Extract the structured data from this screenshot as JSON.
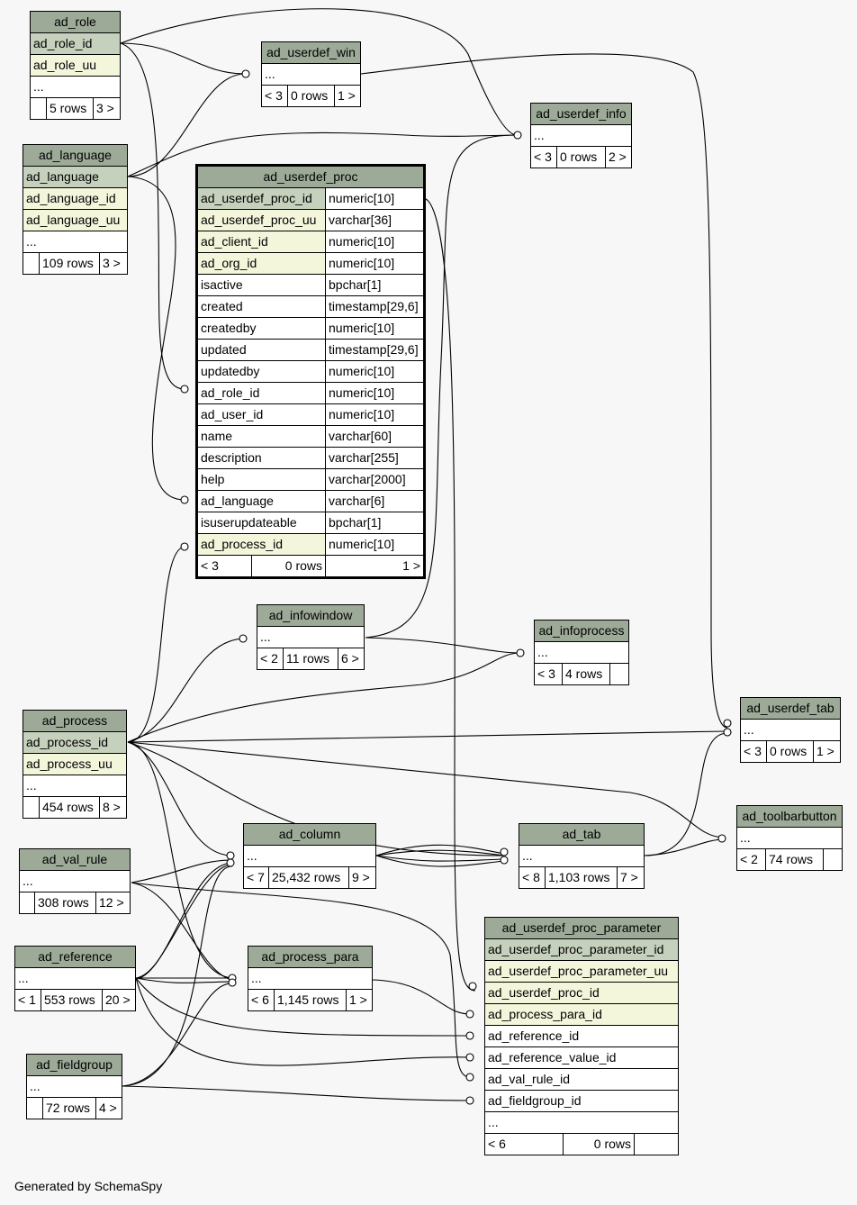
{
  "tables": {
    "ad_role": {
      "name": "ad_role",
      "columns": [
        "ad_role_id",
        "ad_role_uu",
        "..."
      ],
      "footer": [
        "",
        "5 rows",
        "3 >"
      ]
    },
    "ad_userdef_win": {
      "name": "ad_userdef_win",
      "columns": [
        "..."
      ],
      "footer": [
        "< 3",
        "0 rows",
        "1 >"
      ]
    },
    "ad_userdef_info": {
      "name": "ad_userdef_info",
      "columns": [
        "..."
      ],
      "footer": [
        "< 3",
        "0 rows",
        "2 >"
      ]
    },
    "ad_language": {
      "name": "ad_language",
      "columns": [
        "ad_language",
        "ad_language_id",
        "ad_language_uu",
        "..."
      ],
      "footer": [
        "",
        "109 rows",
        "3 >"
      ]
    },
    "ad_userdef_proc": {
      "name": "ad_userdef_proc",
      "columns": [
        {
          "name": "ad_userdef_proc_id",
          "type": "numeric[10]"
        },
        {
          "name": "ad_userdef_proc_uu",
          "type": "varchar[36]"
        },
        {
          "name": "ad_client_id",
          "type": "numeric[10]"
        },
        {
          "name": "ad_org_id",
          "type": "numeric[10]"
        },
        {
          "name": "isactive",
          "type": "bpchar[1]"
        },
        {
          "name": "created",
          "type": "timestamp[29,6]"
        },
        {
          "name": "createdby",
          "type": "numeric[10]"
        },
        {
          "name": "updated",
          "type": "timestamp[29,6]"
        },
        {
          "name": "updatedby",
          "type": "numeric[10]"
        },
        {
          "name": "ad_role_id",
          "type": "numeric[10]"
        },
        {
          "name": "ad_user_id",
          "type": "numeric[10]"
        },
        {
          "name": "name",
          "type": "varchar[60]"
        },
        {
          "name": "description",
          "type": "varchar[255]"
        },
        {
          "name": "help",
          "type": "varchar[2000]"
        },
        {
          "name": "ad_language",
          "type": "varchar[6]"
        },
        {
          "name": "isuserupdateable",
          "type": "bpchar[1]"
        },
        {
          "name": "ad_process_id",
          "type": "numeric[10]"
        }
      ],
      "footer": [
        "< 3",
        "0 rows",
        "1 >"
      ]
    },
    "ad_infowindow": {
      "name": "ad_infowindow",
      "columns": [
        "..."
      ],
      "footer": [
        "< 2",
        "11 rows",
        "6 >"
      ]
    },
    "ad_infoprocess": {
      "name": "ad_infoprocess",
      "columns": [
        "..."
      ],
      "footer": [
        "< 3",
        "4 rows",
        ""
      ]
    },
    "ad_process": {
      "name": "ad_process",
      "columns": [
        "ad_process_id",
        "ad_process_uu",
        "..."
      ],
      "footer": [
        "",
        "454 rows",
        "8 >"
      ]
    },
    "ad_userdef_tab": {
      "name": "ad_userdef_tab",
      "columns": [
        "..."
      ],
      "footer": [
        "< 3",
        "0 rows",
        "1 >"
      ]
    },
    "ad_toolbarbutton": {
      "name": "ad_toolbarbutton",
      "columns": [
        "..."
      ],
      "footer": [
        "< 2",
        "74 rows",
        ""
      ]
    },
    "ad_val_rule": {
      "name": "ad_val_rule",
      "columns": [
        "..."
      ],
      "footer": [
        "",
        "308 rows",
        "12 >"
      ]
    },
    "ad_column": {
      "name": "ad_column",
      "columns": [
        "..."
      ],
      "footer": [
        "< 7",
        "25,432 rows",
        "9 >"
      ]
    },
    "ad_tab": {
      "name": "ad_tab",
      "columns": [
        "..."
      ],
      "footer": [
        "< 8",
        "1,103 rows",
        "7 >"
      ]
    },
    "ad_reference": {
      "name": "ad_reference",
      "columns": [
        "..."
      ],
      "footer": [
        "< 1",
        "553 rows",
        "20 >"
      ]
    },
    "ad_process_para": {
      "name": "ad_process_para",
      "columns": [
        "..."
      ],
      "footer": [
        "< 6",
        "1,145 rows",
        "1 >"
      ]
    },
    "ad_userdef_proc_parameter": {
      "name": "ad_userdef_proc_parameter",
      "columns": [
        "ad_userdef_proc_parameter_id",
        "ad_userdef_proc_parameter_uu",
        "ad_userdef_proc_id",
        "ad_process_para_id",
        "ad_reference_id",
        "ad_reference_value_id",
        "ad_val_rule_id",
        "ad_fieldgroup_id",
        "..."
      ],
      "footer": [
        "< 6",
        "0 rows",
        ""
      ]
    },
    "ad_fieldgroup": {
      "name": "ad_fieldgroup",
      "columns": [
        "..."
      ],
      "footer": [
        "",
        "72 rows",
        "4 >"
      ]
    }
  },
  "footer_note": "Generated by SchemaSpy",
  "colors": {
    "header": "#9daa98",
    "primary_key": "#c6d1bd",
    "foreign_key": "#f4f6dc",
    "background": "#f7f7f7"
  }
}
